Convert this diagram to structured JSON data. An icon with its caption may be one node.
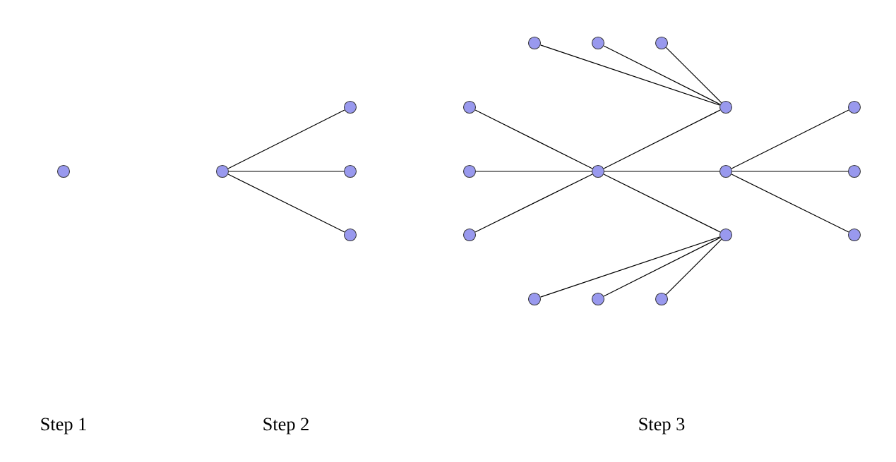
{
  "diagram": {
    "nodes": [
      {
        "text": [],
        "shape": "circle"
      },
      {
        "text": [],
        "shape": "circle"
      },
      {
        "text": [],
        "shape": "circle"
      },
      {
        "text": [],
        "shape": "circle"
      },
      {
        "text": [],
        "shape": "circle"
      },
      {
        "text": [],
        "shape": "circle"
      },
      {
        "text": [],
        "shape": "circle"
      },
      {
        "text": [],
        "shape": "circle"
      },
      {
        "text": [],
        "shape": "circle"
      },
      {
        "text": [],
        "shape": "circle"
      },
      {
        "text": [],
        "shape": "circle"
      },
      {
        "text": [],
        "shape": "circle"
      },
      {
        "text": [],
        "shape": "circle"
      },
      {
        "text": [],
        "shape": "circle"
      },
      {
        "text": [],
        "shape": "circle"
      },
      {
        "text": [],
        "shape": "circle"
      },
      {
        "text": [],
        "shape": "circle"
      },
      {
        "text": [],
        "shape": "circle"
      },
      {
        "text": [],
        "shape": "circle"
      },
      {
        "text": [],
        "shape": "circle"
      },
      {
        "text": [],
        "shape": "circle"
      }
    ],
    "edges": [
      {
        "from": 1,
        "to": 2,
        "arrow": "none"
      },
      {
        "from": 1,
        "to": 3,
        "arrow": "none"
      },
      {
        "from": 1,
        "to": 4,
        "arrow": "none"
      },
      {
        "from": 8,
        "to": 5,
        "arrow": "none"
      },
      {
        "from": 8,
        "to": 6,
        "arrow": "none"
      },
      {
        "from": 8,
        "to": 7,
        "arrow": "none"
      },
      {
        "from": 8,
        "to": 12,
        "arrow": "none"
      },
      {
        "from": 8,
        "to": 13,
        "arrow": "none"
      },
      {
        "from": 8,
        "to": 14,
        "arrow": "none"
      },
      {
        "from": 12,
        "to": 9,
        "arrow": "none"
      },
      {
        "from": 12,
        "to": 10,
        "arrow": "none"
      },
      {
        "from": 12,
        "to": 11,
        "arrow": "none"
      },
      {
        "from": 13,
        "to": 15,
        "arrow": "none"
      },
      {
        "from": 13,
        "to": 16,
        "arrow": "none"
      },
      {
        "from": 13,
        "to": 17,
        "arrow": "none"
      },
      {
        "from": 14,
        "to": 18,
        "arrow": "none"
      },
      {
        "from": 14,
        "to": 19,
        "arrow": "none"
      },
      {
        "from": 14,
        "to": 20,
        "arrow": "none"
      }
    ],
    "labels": [
      "Step 1",
      "Step 2",
      "Step 3"
    ]
  }
}
